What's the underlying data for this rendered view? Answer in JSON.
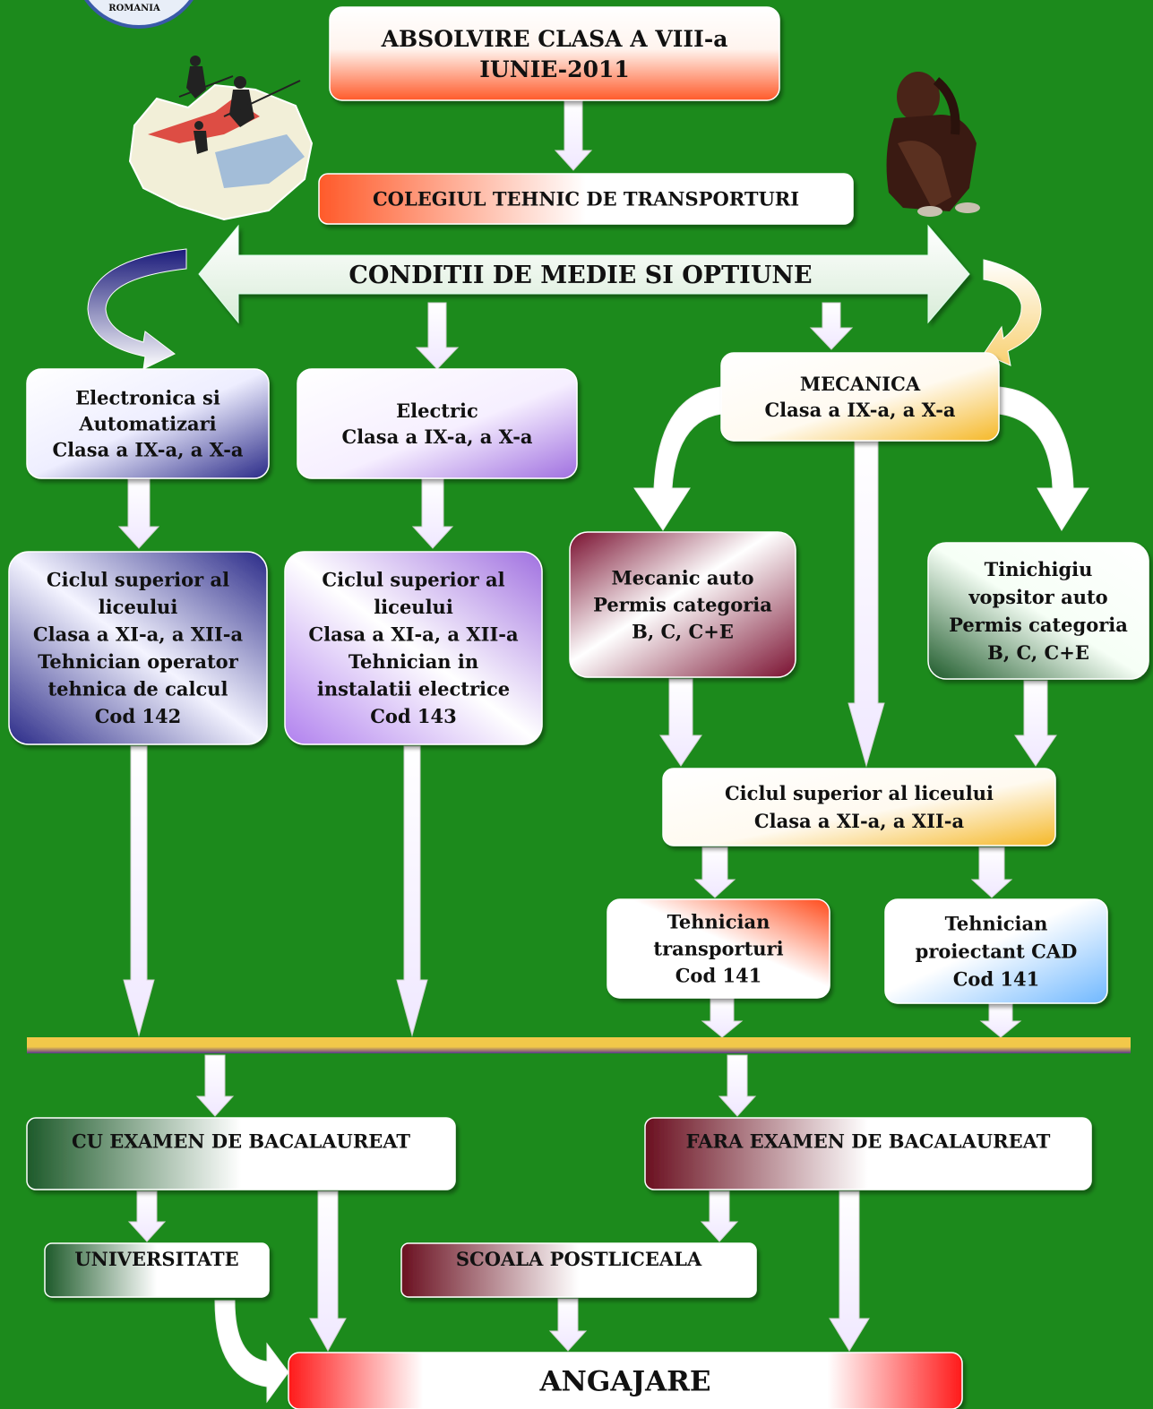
{
  "logo": {
    "text": "ROMANIA"
  },
  "colors": {
    "background": "#1c8a1c"
  },
  "nodes": {
    "absolvire": [
      "ABSOLVIRE CLASA A VIII-a",
      "IUNIE-2011"
    ],
    "colegiu": [
      "COLEGIUL TEHNIC DE TRANSPORTURI"
    ],
    "conditii": [
      "CONDITII DE MEDIE SI OPTIUNE"
    ],
    "electronica": [
      "Electronica si",
      "Automatizari",
      "Clasa a IX-a, a X-a"
    ],
    "electric": [
      "Electric",
      "Clasa a IX-a, a X-a"
    ],
    "mecanica": [
      "MECANICA",
      "Clasa a IX-a, a X-a"
    ],
    "ciclul_electronica": [
      "Ciclul superior al",
      "liceului",
      "Clasa a XI-a, a XII-a",
      "Tehnician operator",
      "tehnica de calcul",
      "Cod 142"
    ],
    "ciclul_electric": [
      "Ciclul superior al",
      "liceului",
      "Clasa a XI-a, a XII-a",
      "Tehnician in",
      "instalatii electrice",
      "Cod 143"
    ],
    "mecanic_auto": [
      "Mecanic auto",
      "Permis categoria",
      "B, C, C+E"
    ],
    "tinichigiu": [
      "Tinichigiu",
      "vopsitor auto",
      "Permis categoria",
      "B, C, C+E"
    ],
    "ciclul_mecanica": [
      "Ciclul superior al liceului",
      "Clasa a XI-a, a XII-a"
    ],
    "tehnician_transporturi": [
      "Tehnician",
      "transporturi",
      "Cod 141"
    ],
    "tehnician_cad": [
      "Tehnician",
      "proiectant CAD",
      "Cod 141"
    ],
    "cu_bac": [
      "CU EXAMEN DE BACALAUREAT"
    ],
    "fara_bac": [
      "FARA EXAMEN DE BACALAUREAT"
    ],
    "universitate": [
      "UNIVERSITATE"
    ],
    "postliceala": [
      "SCOALA POSTLICEALA"
    ],
    "angajare": [
      "ANGAJARE"
    ]
  }
}
